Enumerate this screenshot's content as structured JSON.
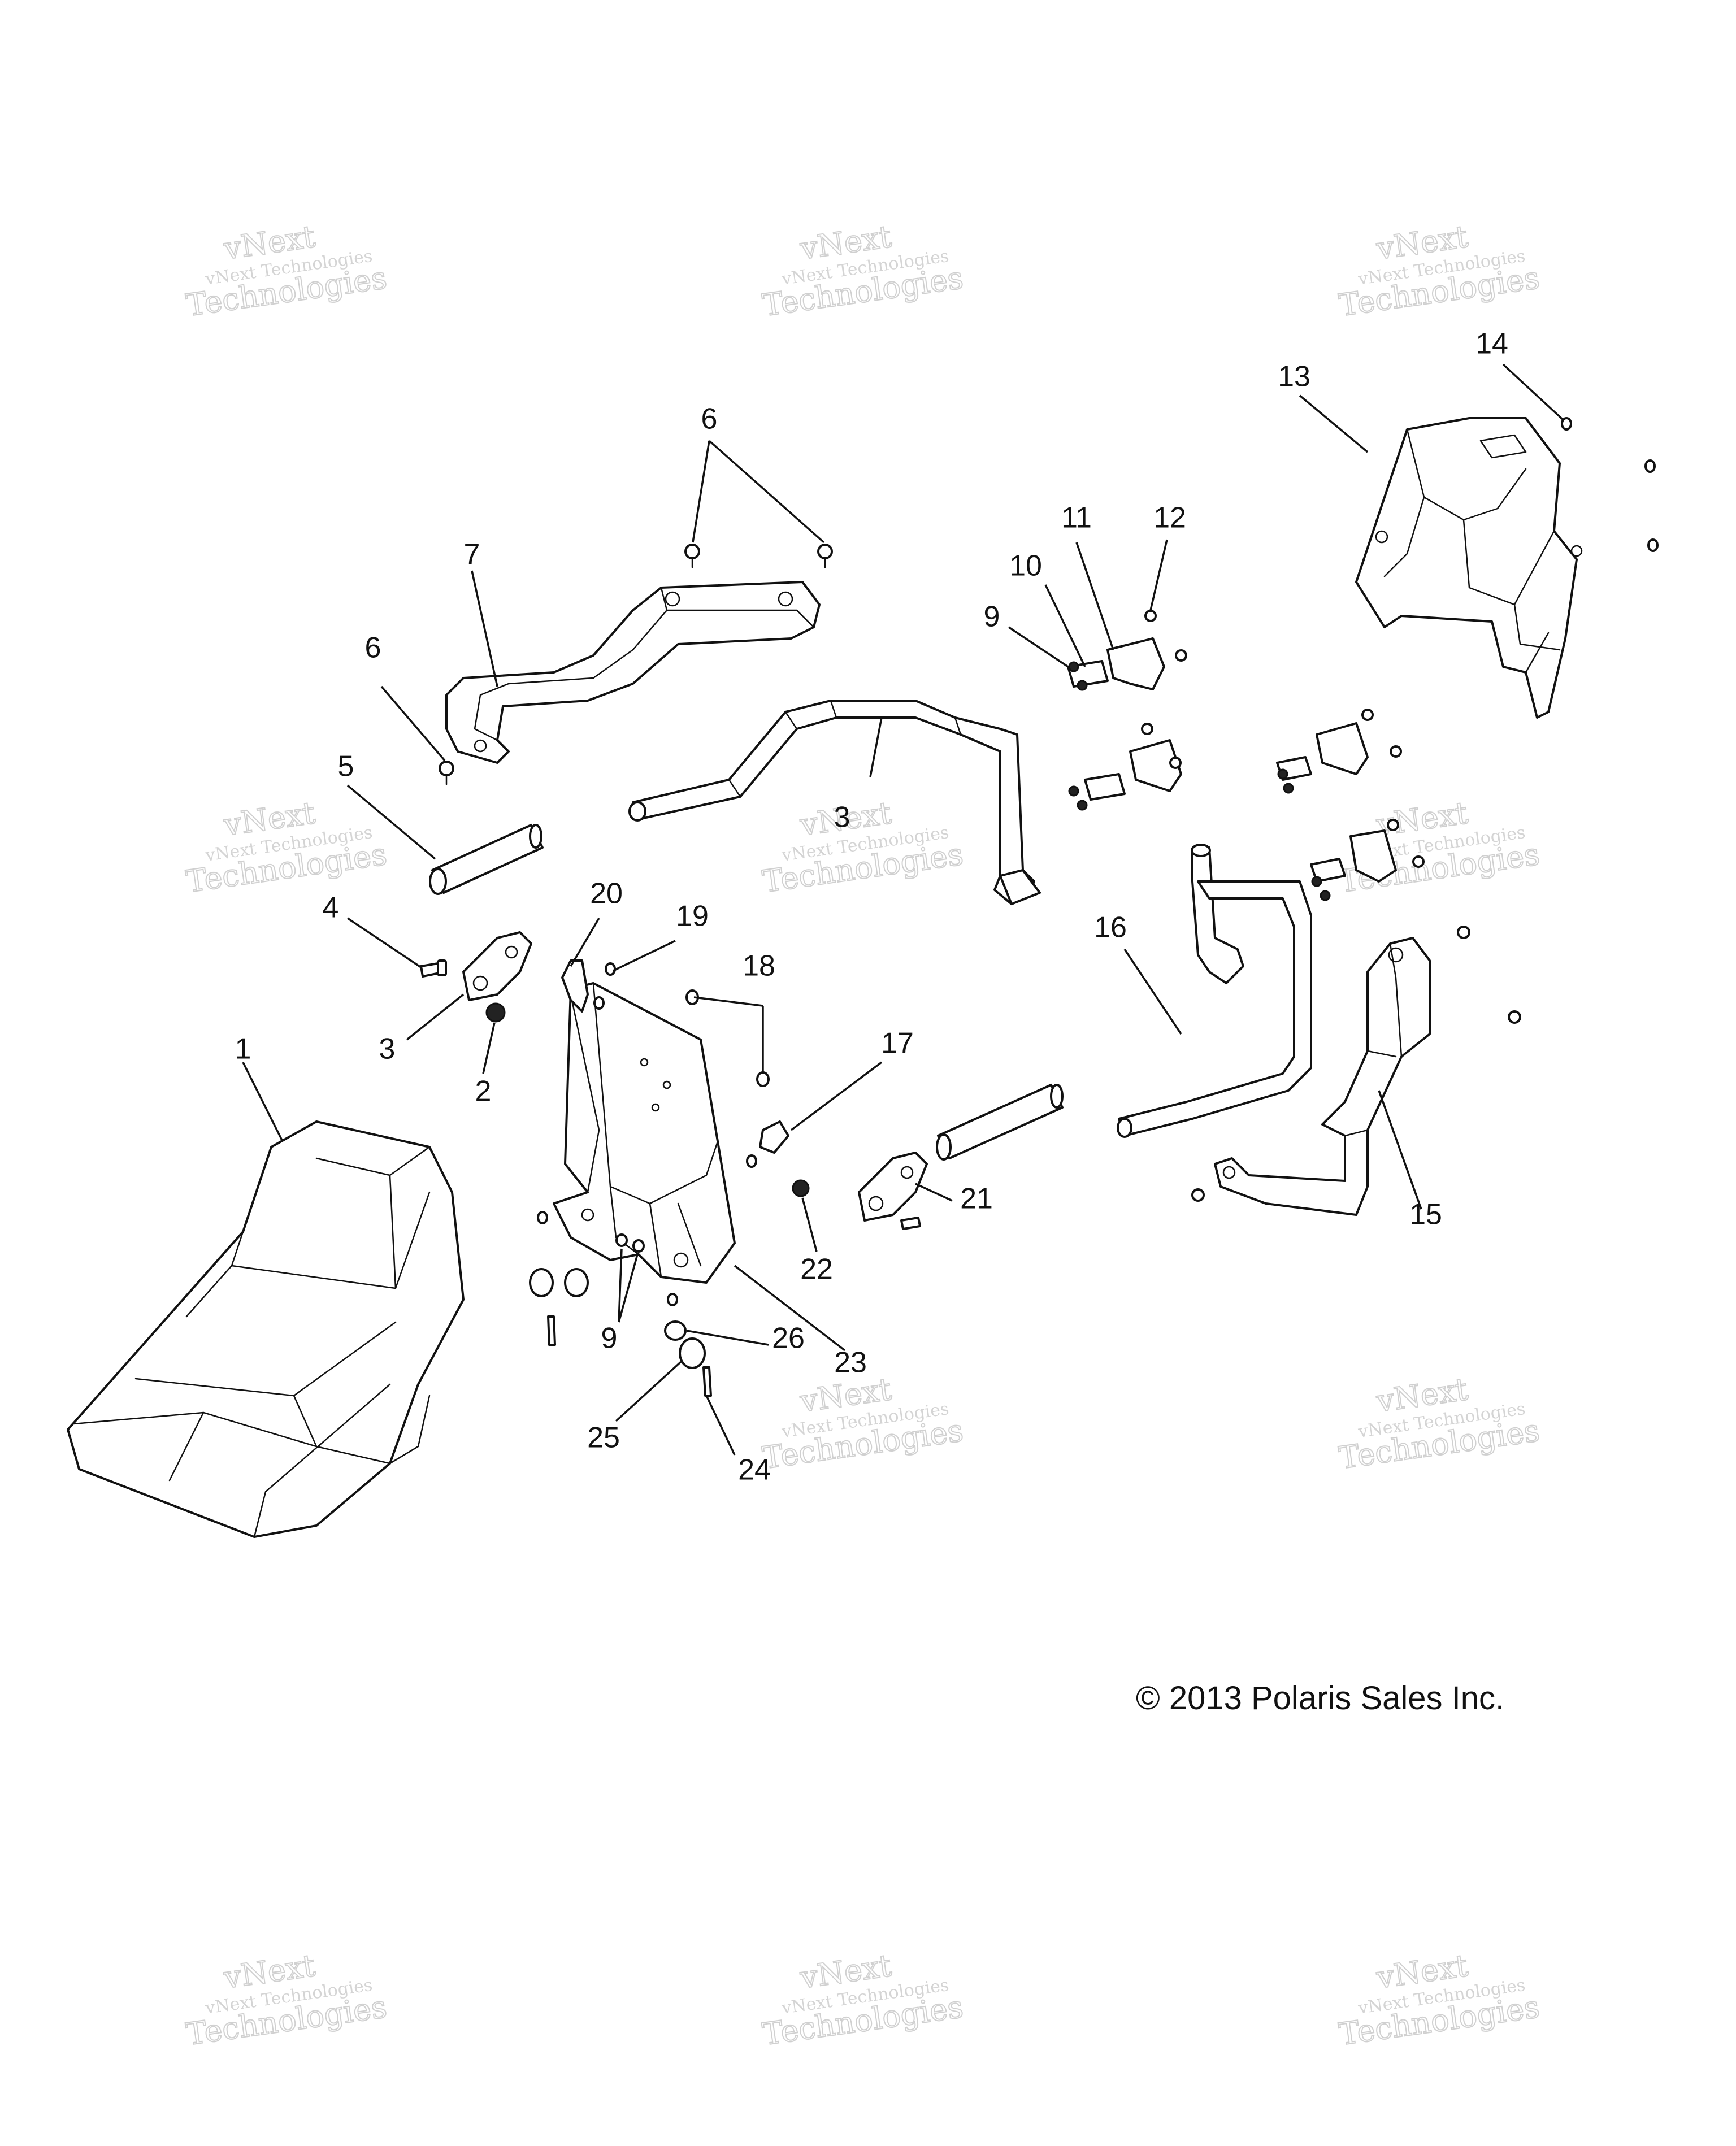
{
  "watermark": {
    "line1": "vNext Technologies",
    "line2": "vNext",
    "line3": "Technologies"
  },
  "callouts": [
    "1",
    "2",
    "3",
    "3",
    "4",
    "5",
    "6",
    "6",
    "7",
    "9",
    "9",
    "10",
    "11",
    "12",
    "13",
    "14",
    "15",
    "16",
    "17",
    "18",
    "19",
    "20",
    "21",
    "22",
    "23",
    "24",
    "25",
    "26"
  ],
  "copyright": "© 2013 Polaris Sales Inc."
}
